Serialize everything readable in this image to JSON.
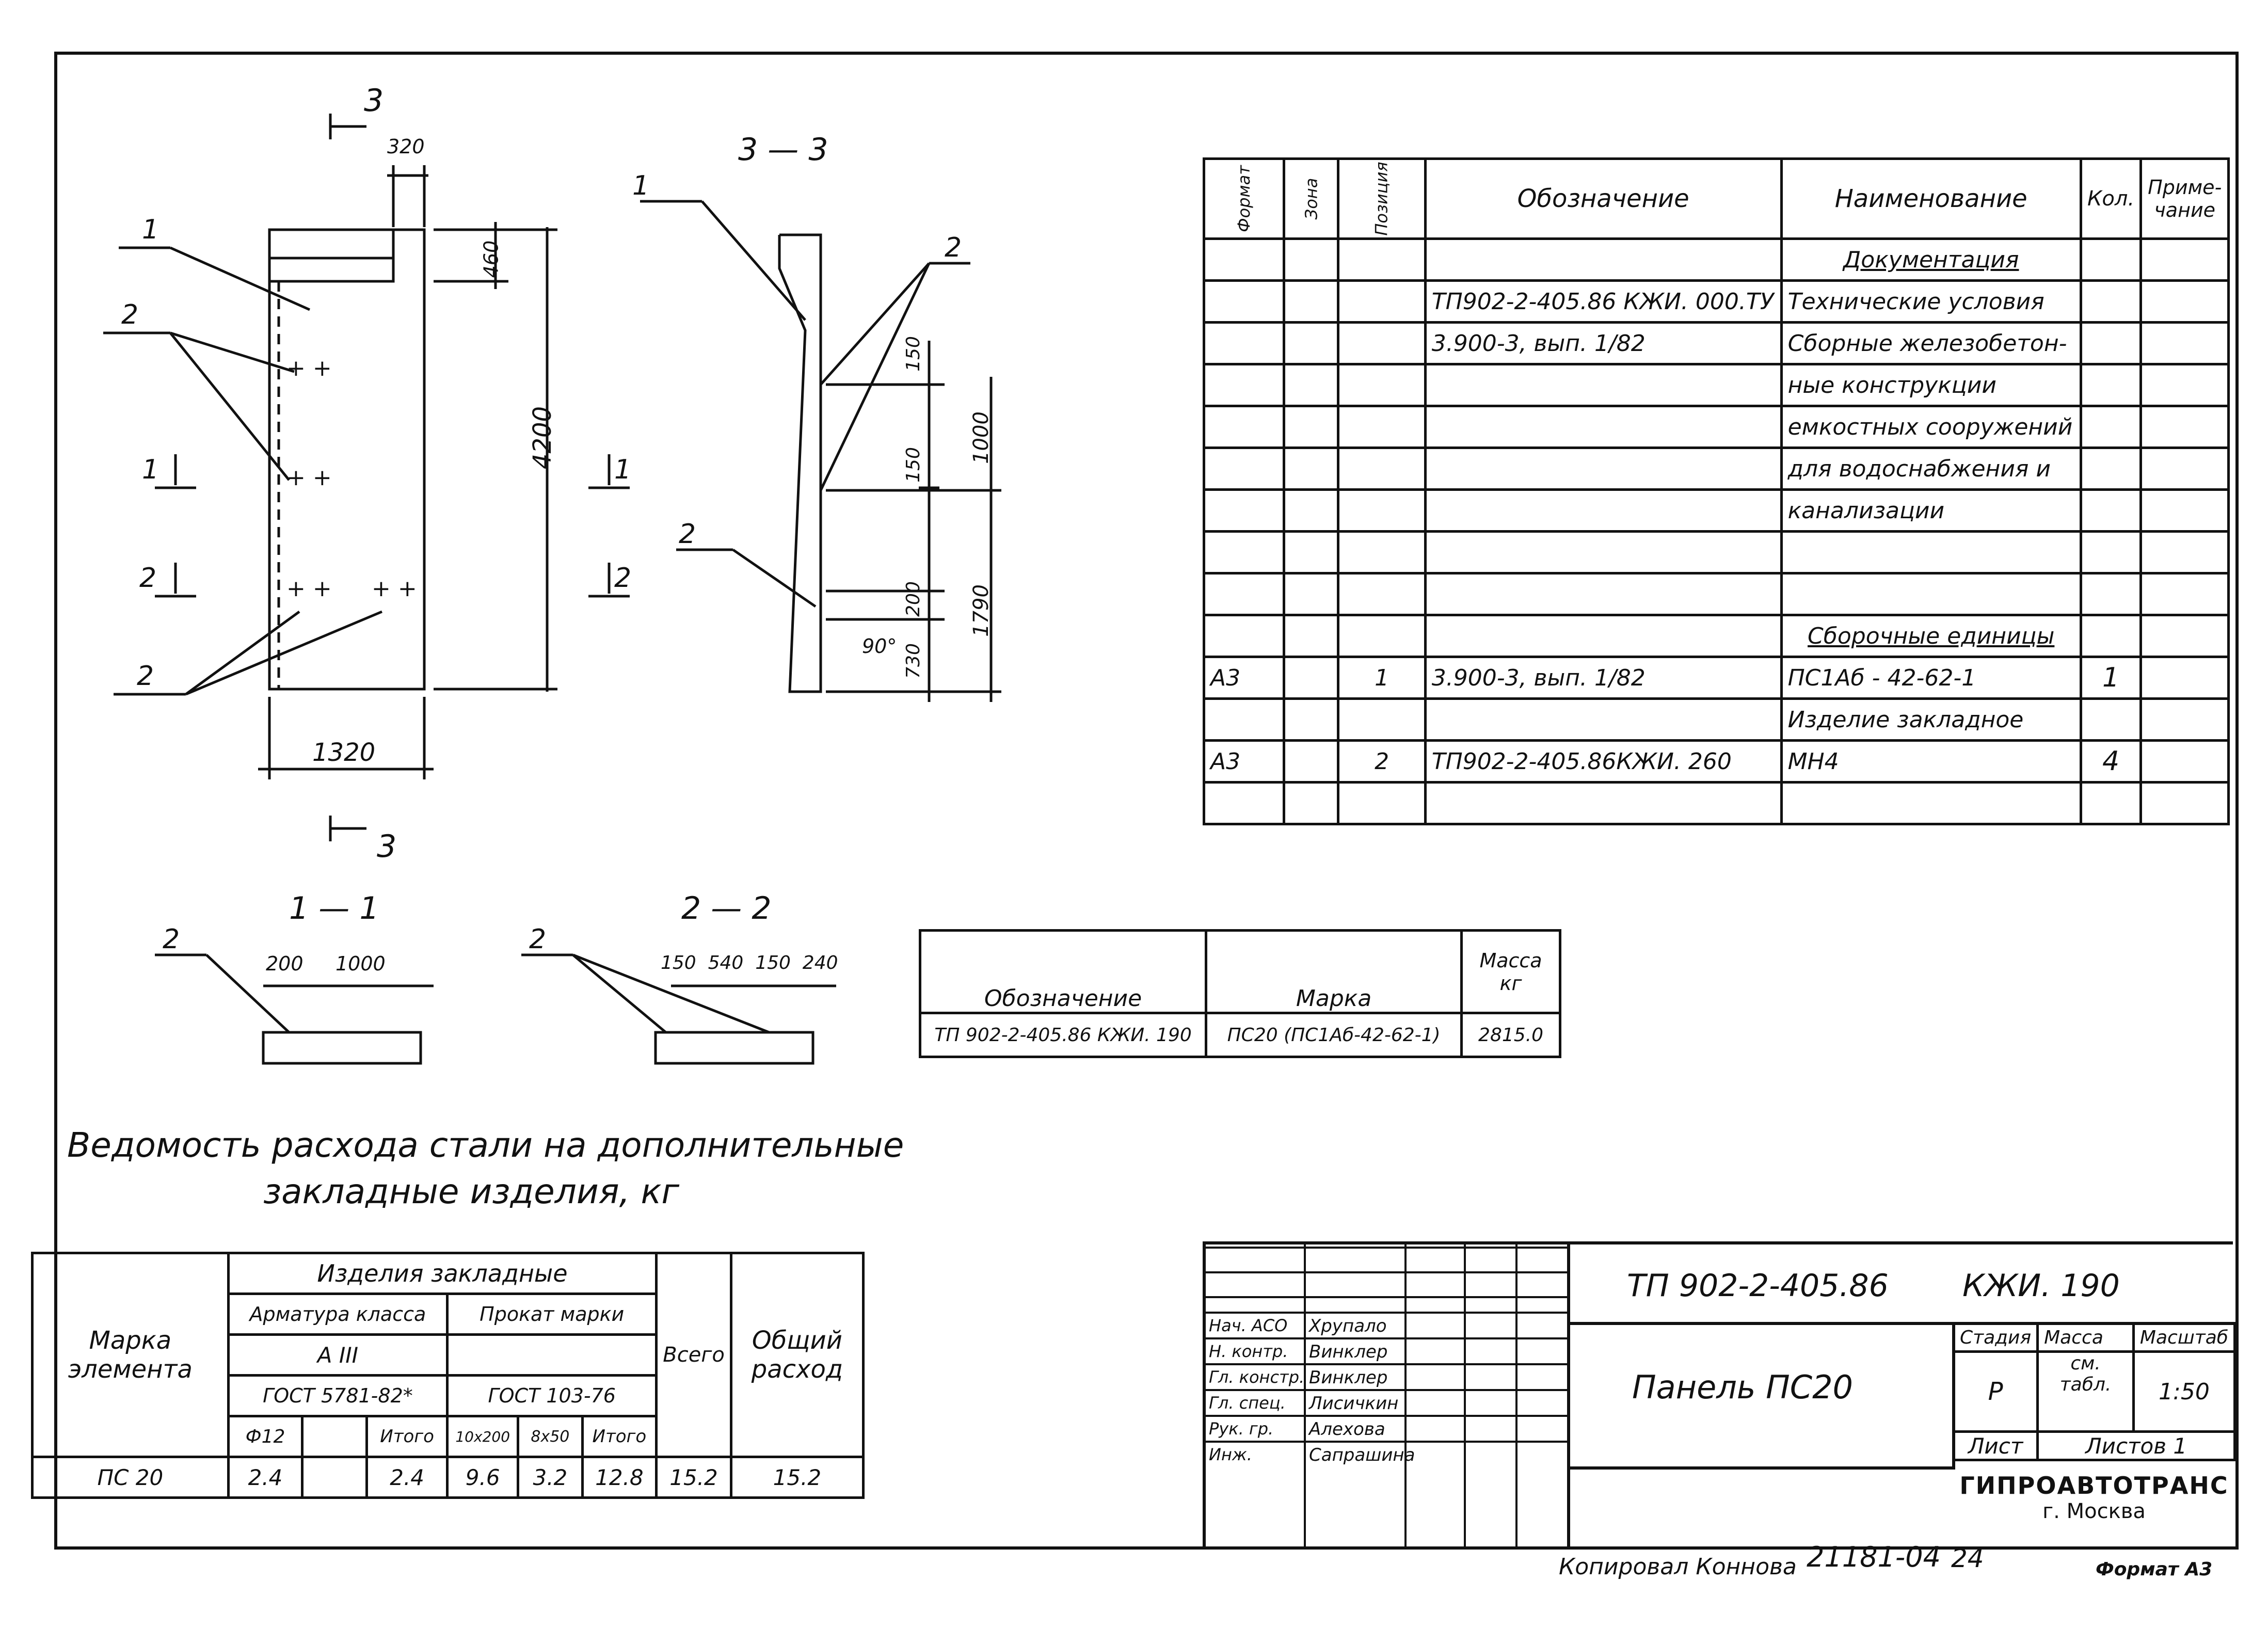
{
  "drawing": {
    "section_33_title": "3 — 3",
    "section_11_title": "1 — 1",
    "section_22_title": "2 — 2",
    "cut3_top": "3",
    "cut3_bottom": "3",
    "cut1": "1",
    "cut2": "2",
    "dim_320": "320",
    "dim_460": "460",
    "dim_4200": "4200",
    "dim_1320": "1320",
    "dim_150a": "150",
    "dim_150b": "150",
    "dim_1000": "1000",
    "dim_200": "200",
    "dim_1790": "1790",
    "dim_730": "730",
    "angle_90": "90°",
    "pos_1": "1",
    "pos_2": "2",
    "s11_dim1": "200",
    "s11_dim2": "1000",
    "s22_dims": "150  540  150  240"
  },
  "spec": {
    "headers": {
      "format": "Формат",
      "zone": "Зона",
      "position": "Позиция",
      "designation": "Обозначение",
      "name": "Наименование",
      "qty": "Кол.",
      "note": "Приме-чание"
    },
    "rows": [
      {
        "format": "",
        "pos": "",
        "designation": "",
        "name": "Документация",
        "qty": "",
        "underline": true
      },
      {
        "format": "",
        "pos": "",
        "designation": "ТП902-2-405.86 КЖИ. 000.ТУ",
        "name": "Технические условия",
        "qty": ""
      },
      {
        "format": "",
        "pos": "",
        "designation": "3.900-3, вып. 1/82",
        "name": "Сборные железобетон-",
        "qty": ""
      },
      {
        "format": "",
        "pos": "",
        "designation": "",
        "name": "ные конструкции",
        "qty": ""
      },
      {
        "format": "",
        "pos": "",
        "designation": "",
        "name": "емкостных сооружений",
        "qty": ""
      },
      {
        "format": "",
        "pos": "",
        "designation": "",
        "name": "для водоснабжения и",
        "qty": ""
      },
      {
        "format": "",
        "pos": "",
        "designation": "",
        "name": "канализации",
        "qty": ""
      },
      {
        "format": "",
        "pos": "",
        "designation": "",
        "name": "",
        "qty": ""
      },
      {
        "format": "",
        "pos": "",
        "designation": "",
        "name": "",
        "qty": ""
      },
      {
        "format": "",
        "pos": "",
        "designation": "",
        "name": "Сборочные единицы",
        "qty": "",
        "underline": true
      },
      {
        "format": "А3",
        "pos": "1",
        "designation": "3.900-3, вып. 1/82",
        "name": "ПС1Аб - 42-62-1",
        "qty": "1"
      },
      {
        "format": "",
        "pos": "",
        "designation": "",
        "name": "Изделие закладное",
        "qty": ""
      },
      {
        "format": "А3",
        "pos": "2",
        "designation": "ТП902-2-405.86КЖИ. 260",
        "name": "МН4",
        "qty": "4"
      },
      {
        "format": "",
        "pos": "",
        "designation": "",
        "name": "",
        "qty": ""
      }
    ]
  },
  "mass_table": {
    "headers": {
      "designation": "Обозначение",
      "mark": "Марка",
      "mass": "Масса кг"
    },
    "row": {
      "designation": "ТП 902-2-405.86 КЖИ. 190",
      "mark": "ПС20 (ПС1Аб-42-62-1)",
      "mass": "2815.0"
    }
  },
  "steel": {
    "title_line1": "Ведомость расхода стали на дополнительные",
    "title_line2": "закладные изделия, кг",
    "headers": {
      "mark": "Марка элемента",
      "items": "Изделия закладные",
      "rebar_class": "Арматура класса",
      "rolled": "Прокат марки",
      "total": "Всего",
      "overall": "Общий расход",
      "a3": "А III",
      "gost_rebar": "ГОСТ 5781-82*",
      "gost_rolled": "ГОСТ 103-76",
      "d12": "Ф12",
      "itogo1": "Итого",
      "s10x200": "10х200",
      "s8x50": "8х50",
      "itogo2": "Итого"
    },
    "row": {
      "mark": "ПС 20",
      "d12": "2.4",
      "blank": "",
      "itogo1": "2.4",
      "s10x200": "9.6",
      "s8x50": "3.2",
      "itogo2": "12.8",
      "total": "15.2",
      "overall": "15.2"
    }
  },
  "stamp": {
    "doc_code": "ТП 902-2-405.86",
    "doc_suffix": "КЖИ. 190",
    "title": "Панель ПС20",
    "stage_label": "Стадия",
    "mass_label": "Масса",
    "scale_label": "Масштаб",
    "stage": "Р",
    "mass": "см. табл.",
    "scale": "1:50",
    "sheet_label": "Лист",
    "sheets_label": "Листов 1",
    "org": "ГИПРОАВТОТРАНС",
    "city": "г. Москва",
    "signers": [
      {
        "role": "Нач. АСО",
        "name": "Хрупало"
      },
      {
        "role": "Н. контр.",
        "name": "Винклер"
      },
      {
        "role": "Гл. констр.",
        "name": "Винклер"
      },
      {
        "role": "Гл. спец.",
        "name": "Лисичкин"
      },
      {
        "role": "Рук. гр.",
        "name": "Алехова"
      },
      {
        "role": "Инж.",
        "name": "Сапрашина"
      }
    ]
  },
  "footer": {
    "copied": "Копировал Коннова",
    "number": "21181-04",
    "page": "24",
    "format": "Формат А3"
  }
}
